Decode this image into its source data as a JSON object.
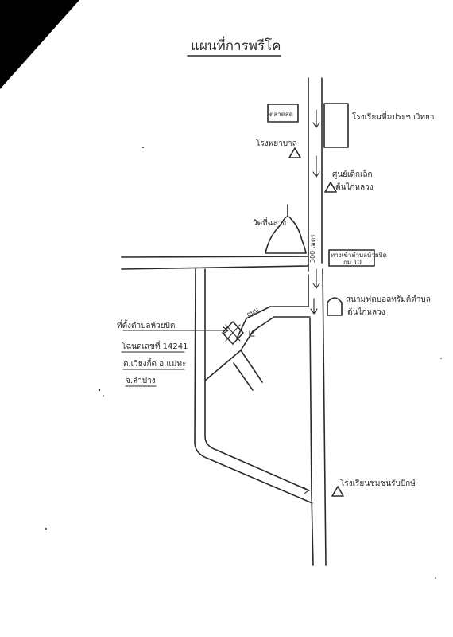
{
  "title": "แผนที่การพรีโค",
  "landmarks": {
    "market": "ตลาดสด",
    "school": "โรงเรียนที่มประชาวิทยา",
    "hospital": "โรงพยาบาล",
    "center_line1": "ศูนย์เด็กเล็ก",
    "center_line2": "ต้นไก่หลวง",
    "temple": "วัดที่ฉลาง",
    "stadium_line1": "สนามฟุตบอลทรัมต์ตำบล",
    "stadium_line2": "ต้นไก่หลวง",
    "hall": "โรงเรียนชุมชนรับปักษ์",
    "sign_line1": "ทางเข้าตำบลห้วยบิด",
    "sign_line2": "กม.10",
    "road_label": "ถนน",
    "road_label2": "300 เมตร",
    "site_line1": "ที่ตั้งตำบลห้วยบิด",
    "site_line2": "โฉนดเลขที่ 14241",
    "site_line3": "ต.เวียงกื้ด อ.แม่ทะ",
    "site_line4": "จ.ลำปาง"
  },
  "colors": {
    "ink": "#2a2a2a",
    "paper": "#ffffff",
    "corner": "#000000"
  }
}
